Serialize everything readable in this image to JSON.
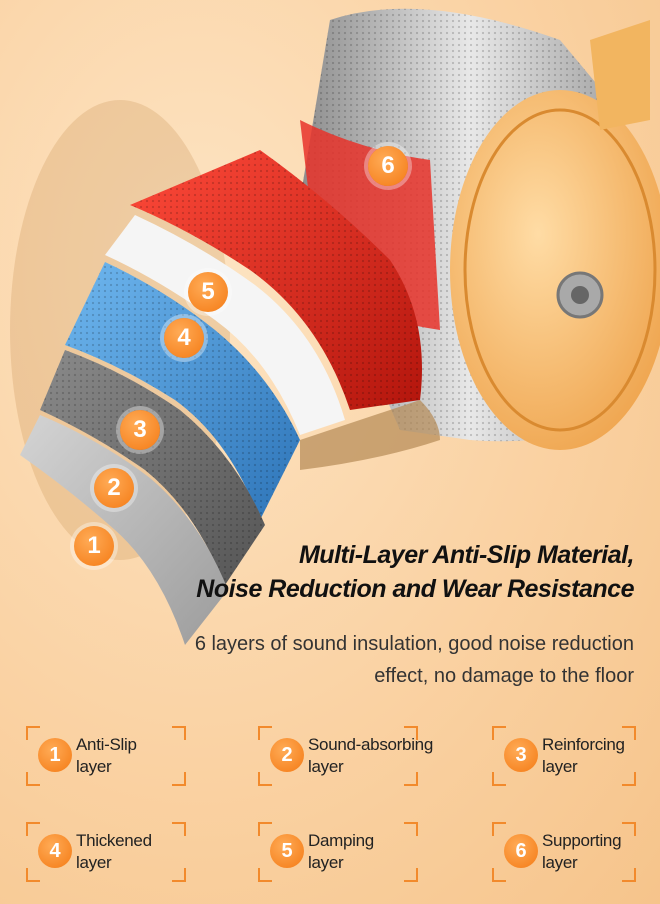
{
  "headline": {
    "line1": "Multi-Layer Anti-Slip Material,",
    "line2": "Noise Reduction and Wear Resistance"
  },
  "subline": {
    "line1": "6 layers of sound insulation, good noise reduction",
    "line2": "effect, no damage to the floor"
  },
  "illustration_badges": [
    "1",
    "2",
    "3",
    "4",
    "5",
    "6"
  ],
  "legend": [
    {
      "num": "1",
      "line1": "Anti-Slip",
      "line2": "layer"
    },
    {
      "num": "2",
      "line1": "Sound-absorbing",
      "line2": "layer"
    },
    {
      "num": "3",
      "line1": "Reinforcing",
      "line2": "layer"
    },
    {
      "num": "4",
      "line1": "Thickened",
      "line2": "layer"
    },
    {
      "num": "5",
      "line1": "Damping",
      "line2": "layer"
    },
    {
      "num": "6",
      "line1": "Supporting",
      "line2": "layer"
    }
  ],
  "colors": {
    "accent": "#f47a14",
    "layer_red": "#e0291c",
    "layer_white": "#f2f2f2",
    "layer_blue": "#4a9fe0",
    "layer_dark_gray": "#6e6e6e",
    "layer_light_gray": "#b8b8b8",
    "wheel_silver": "#c9c9c9",
    "hub_orange": "#f8c27a"
  }
}
